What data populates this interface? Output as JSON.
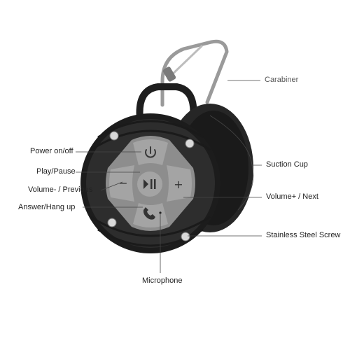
{
  "labels": {
    "carabiner": "Carabiner",
    "power": "Power on/off",
    "play_pause": "Play/Pause",
    "volume_minus": "Volume- / Previous",
    "answer": "Answer/Hang up",
    "suction_cup": "Suction Cup",
    "volume_plus": "Volume+ / Next",
    "screw": "Stainless Steel  Screw",
    "microphone": "Microphone"
  },
  "buttons": {
    "minus": "−",
    "plus": "+",
    "play_pause": "⏯"
  },
  "colors": {
    "body": "#2a2a2a",
    "body_dark": "#151515",
    "rubber_pad": "#8d8d8d",
    "button_face": "#a4a4a4",
    "line": "#444444",
    "carabiner": "#9a9a9a"
  },
  "icons": [
    "power-icon",
    "play-pause-icon",
    "minus-icon",
    "plus-icon",
    "phone-icon",
    "microphone-hole",
    "screw-icon",
    "carabiner-icon"
  ]
}
